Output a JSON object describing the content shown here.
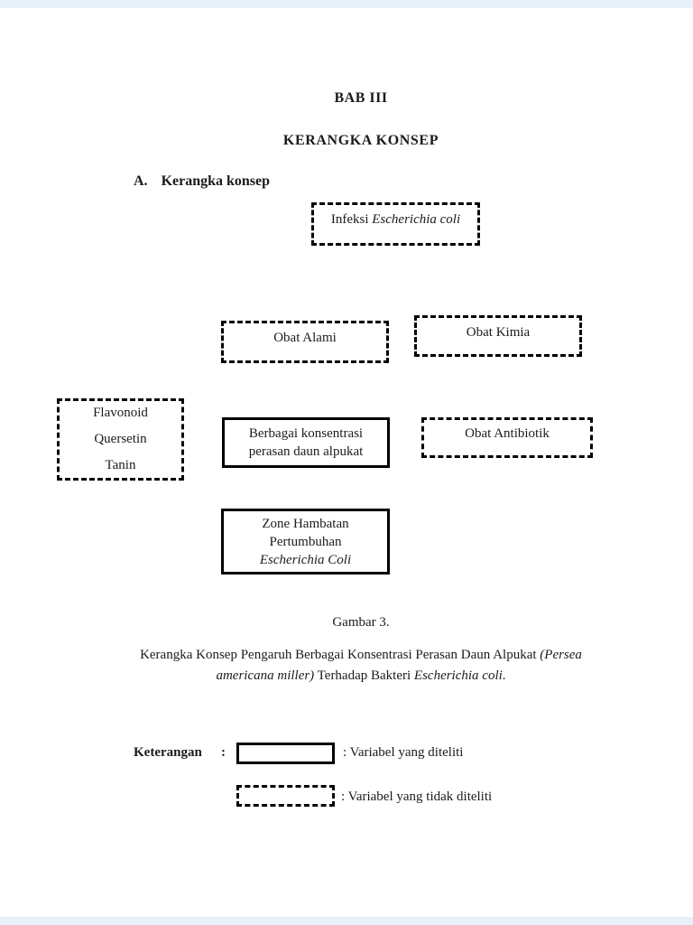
{
  "page": {
    "bg": "#ffffff",
    "edge_strip_color": "#e7f1f9",
    "text_color": "#1b1b1b",
    "chapter_title": "BAB III",
    "page_title": "KERANGKA KONSEP",
    "section": {
      "label": "A.",
      "title": "Kerangka konsep"
    }
  },
  "diagram": {
    "infeksi_box": {
      "border": "dashed",
      "lines": [
        [
          {
            "t": "Infeksi ",
            "i": false
          },
          {
            "t": "Escherichia coli",
            "i": true
          }
        ]
      ]
    },
    "obat_alami_box": {
      "border": "dashed",
      "lines": [
        [
          {
            "t": "Obat Alami",
            "i": false
          }
        ]
      ]
    },
    "obat_kimia_box": {
      "border": "dashed",
      "lines": [
        [
          {
            "t": "Obat Kimia",
            "i": false
          }
        ]
      ]
    },
    "flavonoid_box": {
      "border": "dashed",
      "lines": [
        [
          {
            "t": "Flavonoid",
            "i": false
          }
        ],
        [
          {
            "t": "Quersetin",
            "i": false
          }
        ],
        [
          {
            "t": "Tanin",
            "i": false
          }
        ]
      ]
    },
    "konsentrasi_box": {
      "border": "solid",
      "lines": [
        [
          {
            "t": "Berbagai konsentrasi",
            "i": false
          }
        ],
        [
          {
            "t": "perasan daun alpukat",
            "i": false
          }
        ]
      ]
    },
    "antibiotik_box": {
      "border": "dashed",
      "lines": [
        [
          {
            "t": "Obat Antibiotik",
            "i": false
          }
        ]
      ]
    },
    "zone_box": {
      "border": "solid",
      "lines": [
        [
          {
            "t": "Zone Hambatan",
            "i": false
          }
        ],
        [
          {
            "t": "Pertumbuhan",
            "i": false
          }
        ],
        [
          {
            "t": "Escherichia Coli",
            "i": true
          }
        ]
      ]
    }
  },
  "caption": {
    "figure_label": "Gambar 3.",
    "lines": [
      [
        {
          "t": "Kerangka Konsep Pengaruh Berbagai Konsentrasi Perasan Daun Alpukat ",
          "i": false
        },
        {
          "t": "(Persea",
          "i": true
        }
      ],
      [
        {
          "t": "americana miller)",
          "i": true
        },
        {
          "t": " Terhadap Bakteri ",
          "i": false
        },
        {
          "t": "Escherichia coli",
          "i": true
        },
        {
          "t": ".",
          "i": false
        }
      ]
    ]
  },
  "legend": {
    "label": "Keterangan",
    "colon": ":",
    "items": [
      {
        "swatch": "solid",
        "text": ": Variabel yang diteliti"
      },
      {
        "swatch": "dashed",
        "text": ": Variabel yang tidak diteliti"
      }
    ]
  }
}
